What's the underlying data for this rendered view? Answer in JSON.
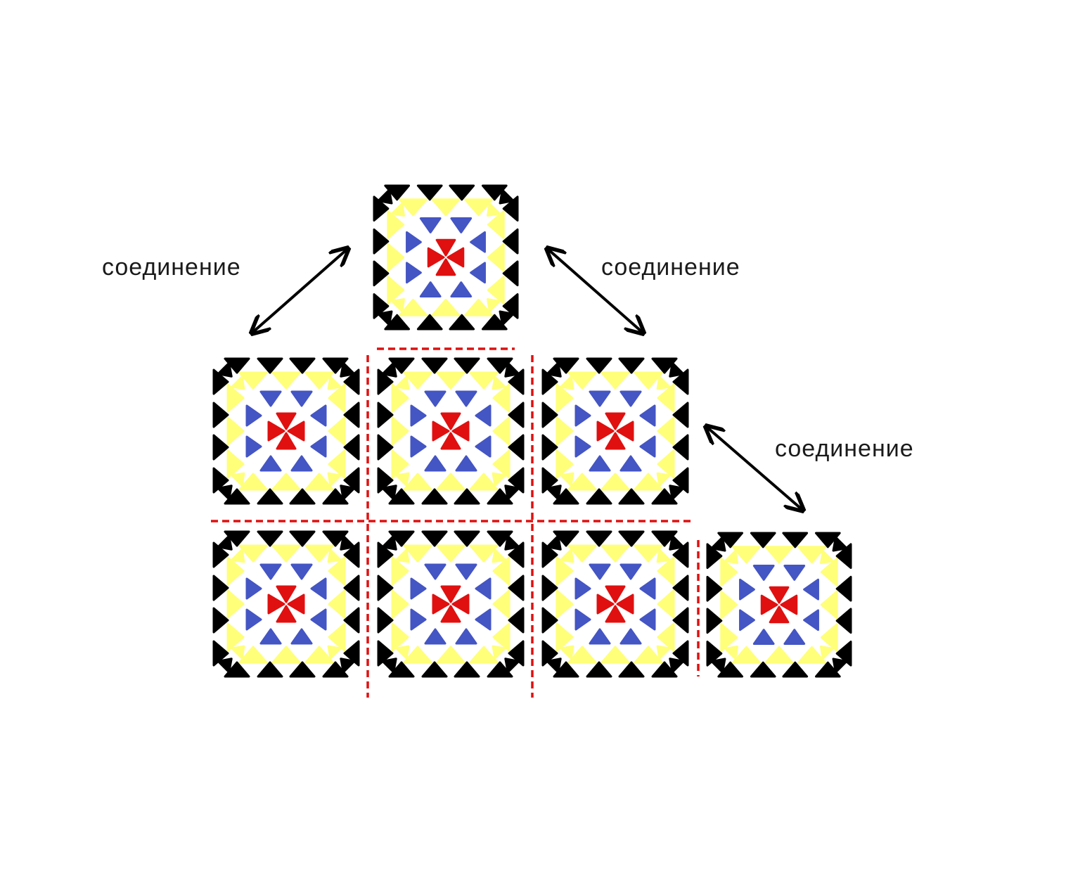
{
  "labels": {
    "join_left": "соединение",
    "join_right_top": "соединение",
    "join_right_bottom": "соединение"
  },
  "colors": {
    "border": "#000000",
    "outer_ring": "#ffff7a",
    "inner_ring": "#4455c4",
    "center": "#e01010",
    "seam": "#e01010",
    "arrow": "#000000",
    "background": "#ffffff"
  },
  "tiles": [
    {
      "id": "top",
      "role": "loose-square"
    },
    {
      "id": "row1-col1",
      "role": "joined-square"
    },
    {
      "id": "row1-col2",
      "role": "joined-square"
    },
    {
      "id": "row1-col3",
      "role": "joined-square"
    },
    {
      "id": "row2-col1",
      "role": "joined-square"
    },
    {
      "id": "row2-col2",
      "role": "joined-square"
    },
    {
      "id": "row2-col3",
      "role": "joined-square"
    },
    {
      "id": "row2-col4",
      "role": "loose-square"
    }
  ]
}
